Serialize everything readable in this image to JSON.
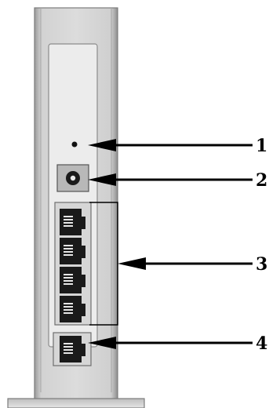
{
  "diagram": {
    "callouts": [
      {
        "label": "1",
        "target": "reset-hole"
      },
      {
        "label": "2",
        "target": "power-jack"
      },
      {
        "label": "3",
        "target": "lan-ports"
      },
      {
        "label": "4",
        "target": "wan-port"
      }
    ],
    "colors": {
      "housing": "#c8c8c8",
      "housing_edge": "#8a8a8a",
      "panel": "#ededed",
      "port_body": "#1a1a1a",
      "line": "#000000"
    }
  }
}
